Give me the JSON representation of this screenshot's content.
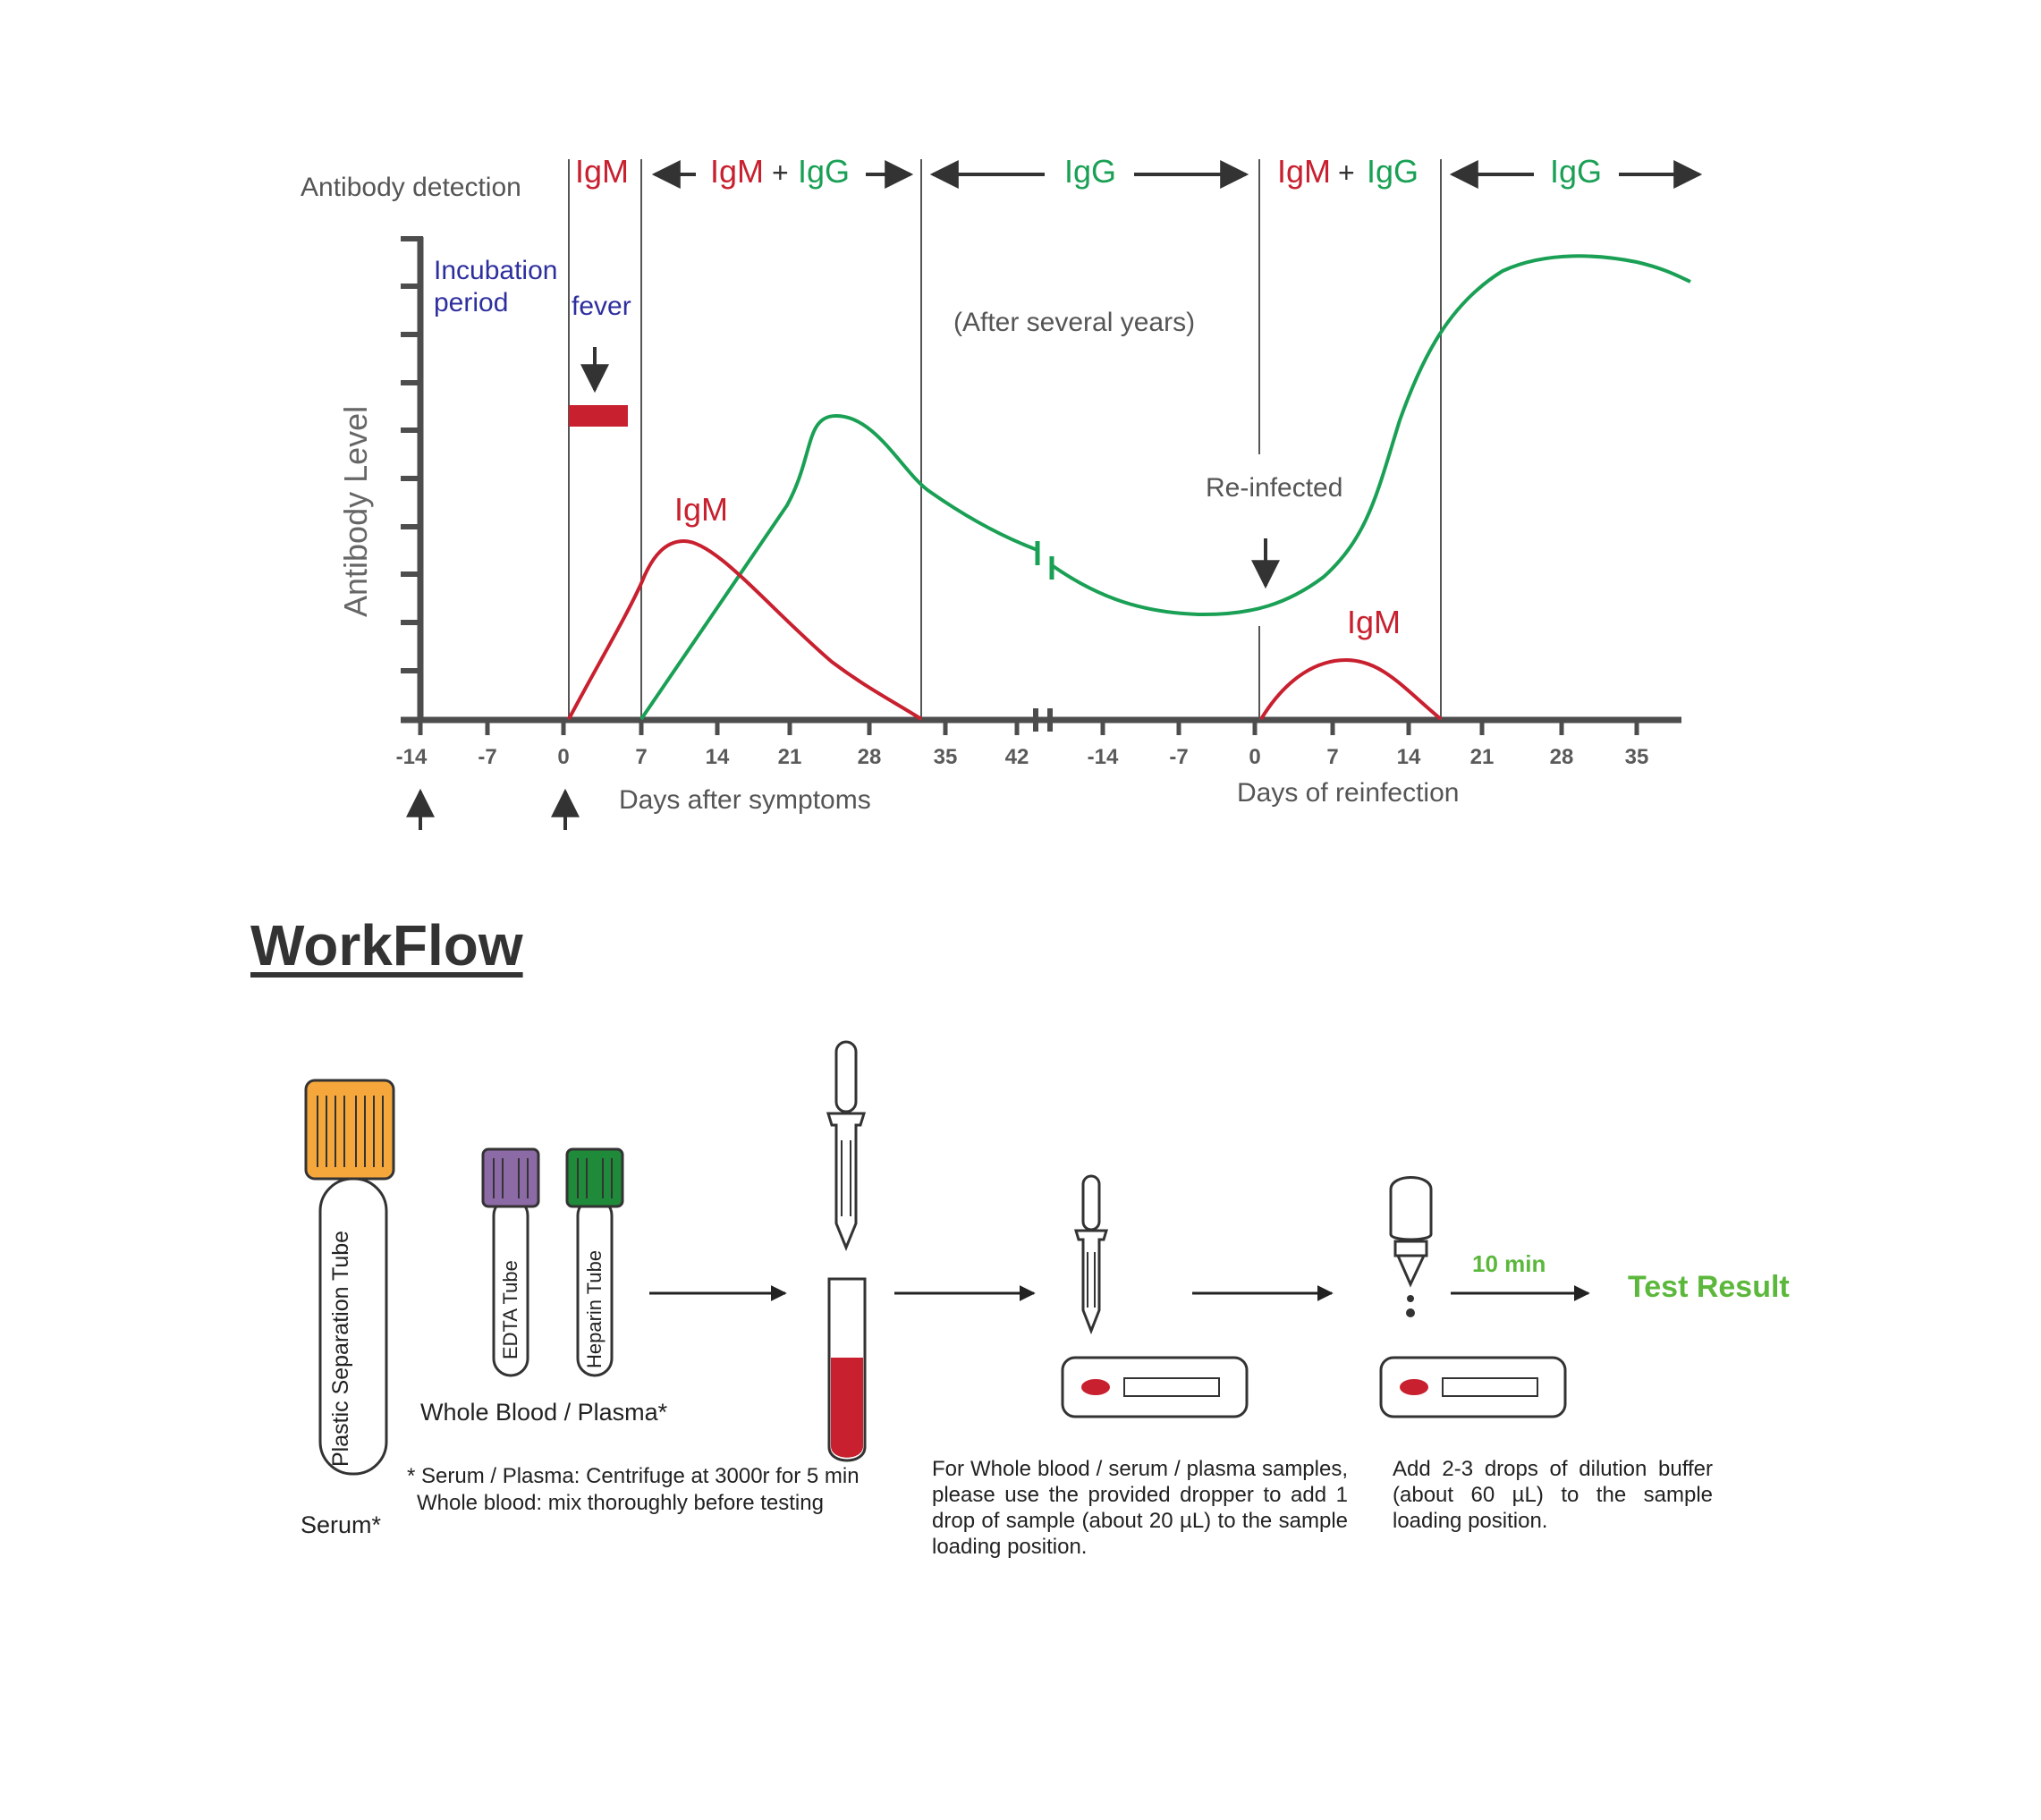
{
  "chart": {
    "antibody_detection_label": "Antibody detection",
    "y_axis_label": "Antibody Level",
    "phases": {
      "igm": "IgM",
      "igm_igg_1_igm": "IgM",
      "plus": "+",
      "igm_igg_1_igg": "IgG",
      "igg": "IgG",
      "igm_igg_2_igm": "IgM",
      "igm_igg_2_igg": "IgG",
      "igg_2": "IgG"
    },
    "incubation_line1": "Incubation",
    "incubation_line2": "period",
    "fever": "fever",
    "after_years": "(After several years)",
    "reinfected": "Re-infected",
    "igm_curve1_label": "IgM",
    "igm_curve2_label": "IgM",
    "x_ticks": [
      "-14",
      "-7",
      "0",
      "7",
      "14",
      "21",
      "28",
      "35",
      "42",
      "-14",
      "-7",
      "0",
      "7",
      "14",
      "21",
      "28",
      "35"
    ],
    "x_label_1": "Days after symptoms",
    "x_label_2": "Days of reinfection",
    "colors": {
      "igm": "#c8202f",
      "igg": "#1aa055",
      "axis": "#4d4d4d",
      "label_blue": "#2e2f9e"
    }
  },
  "workflow": {
    "title": "WorkFlow",
    "serum_tube_label": "Plastic Separation Tube",
    "serum_caption": "Serum*",
    "edta_label": "EDTA Tube",
    "heparin_label": "Heparin Tube",
    "whole_blood_caption": "Whole Blood / Plasma*",
    "note_line1": "* Serum / Plasma: Centrifuge at 3000r for 5 min",
    "note_line2": "Whole blood: mix thoroughly before testing",
    "step2_caption": "For Whole blood / serum / plasma samples, please use the provided dropper to add 1 drop of sample (about 20 µL) to the sample loading position.",
    "step3_caption": "Add 2-3 drops of dilution buffer (about 60 µL) to the sample loading position.",
    "wait_time": "10 min",
    "result": "Test Result",
    "colors": {
      "orange_cap": "#f5a73b",
      "purple_cap": "#8c6aa6",
      "green_cap": "#1f8a3a",
      "blood": "#c8202f",
      "result": "#5cb83c"
    }
  }
}
